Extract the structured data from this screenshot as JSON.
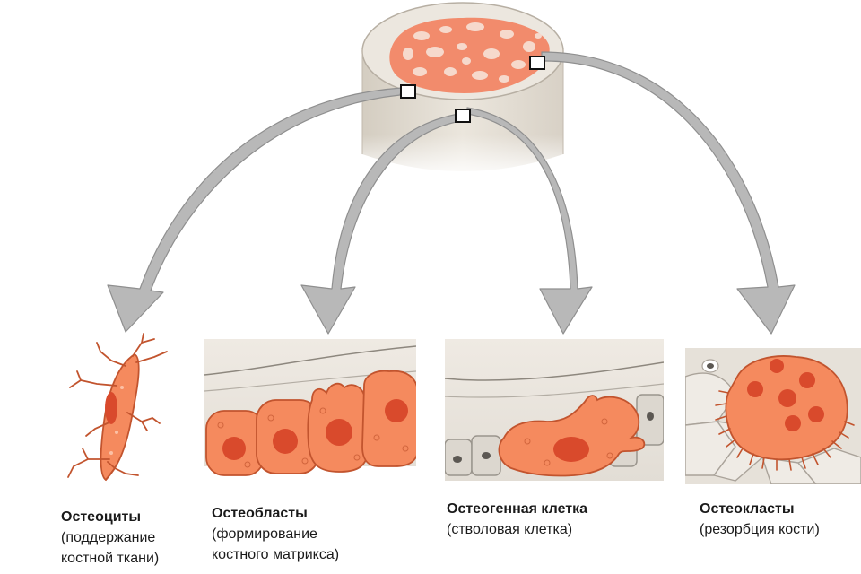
{
  "cells": [
    {
      "title": "Остеоциты",
      "lines": [
        "(поддержание",
        "костной ткани)"
      ]
    },
    {
      "title": "Остеобласты",
      "lines": [
        "(формирование",
        "костного матрикса)"
      ]
    },
    {
      "title": "Остеогенная клетка",
      "lines": [
        "(стволовая клетка)"
      ]
    },
    {
      "title": "Остеокласты",
      "lines": [
        "(резорбция кости)"
      ]
    }
  ],
  "colors": {
    "cell_fill": "#f58a5e",
    "cell_stroke": "#c2542e",
    "nucleus": "#d94a2c",
    "bone": "#e2dcd2",
    "arrow": "#b8b8b8"
  }
}
